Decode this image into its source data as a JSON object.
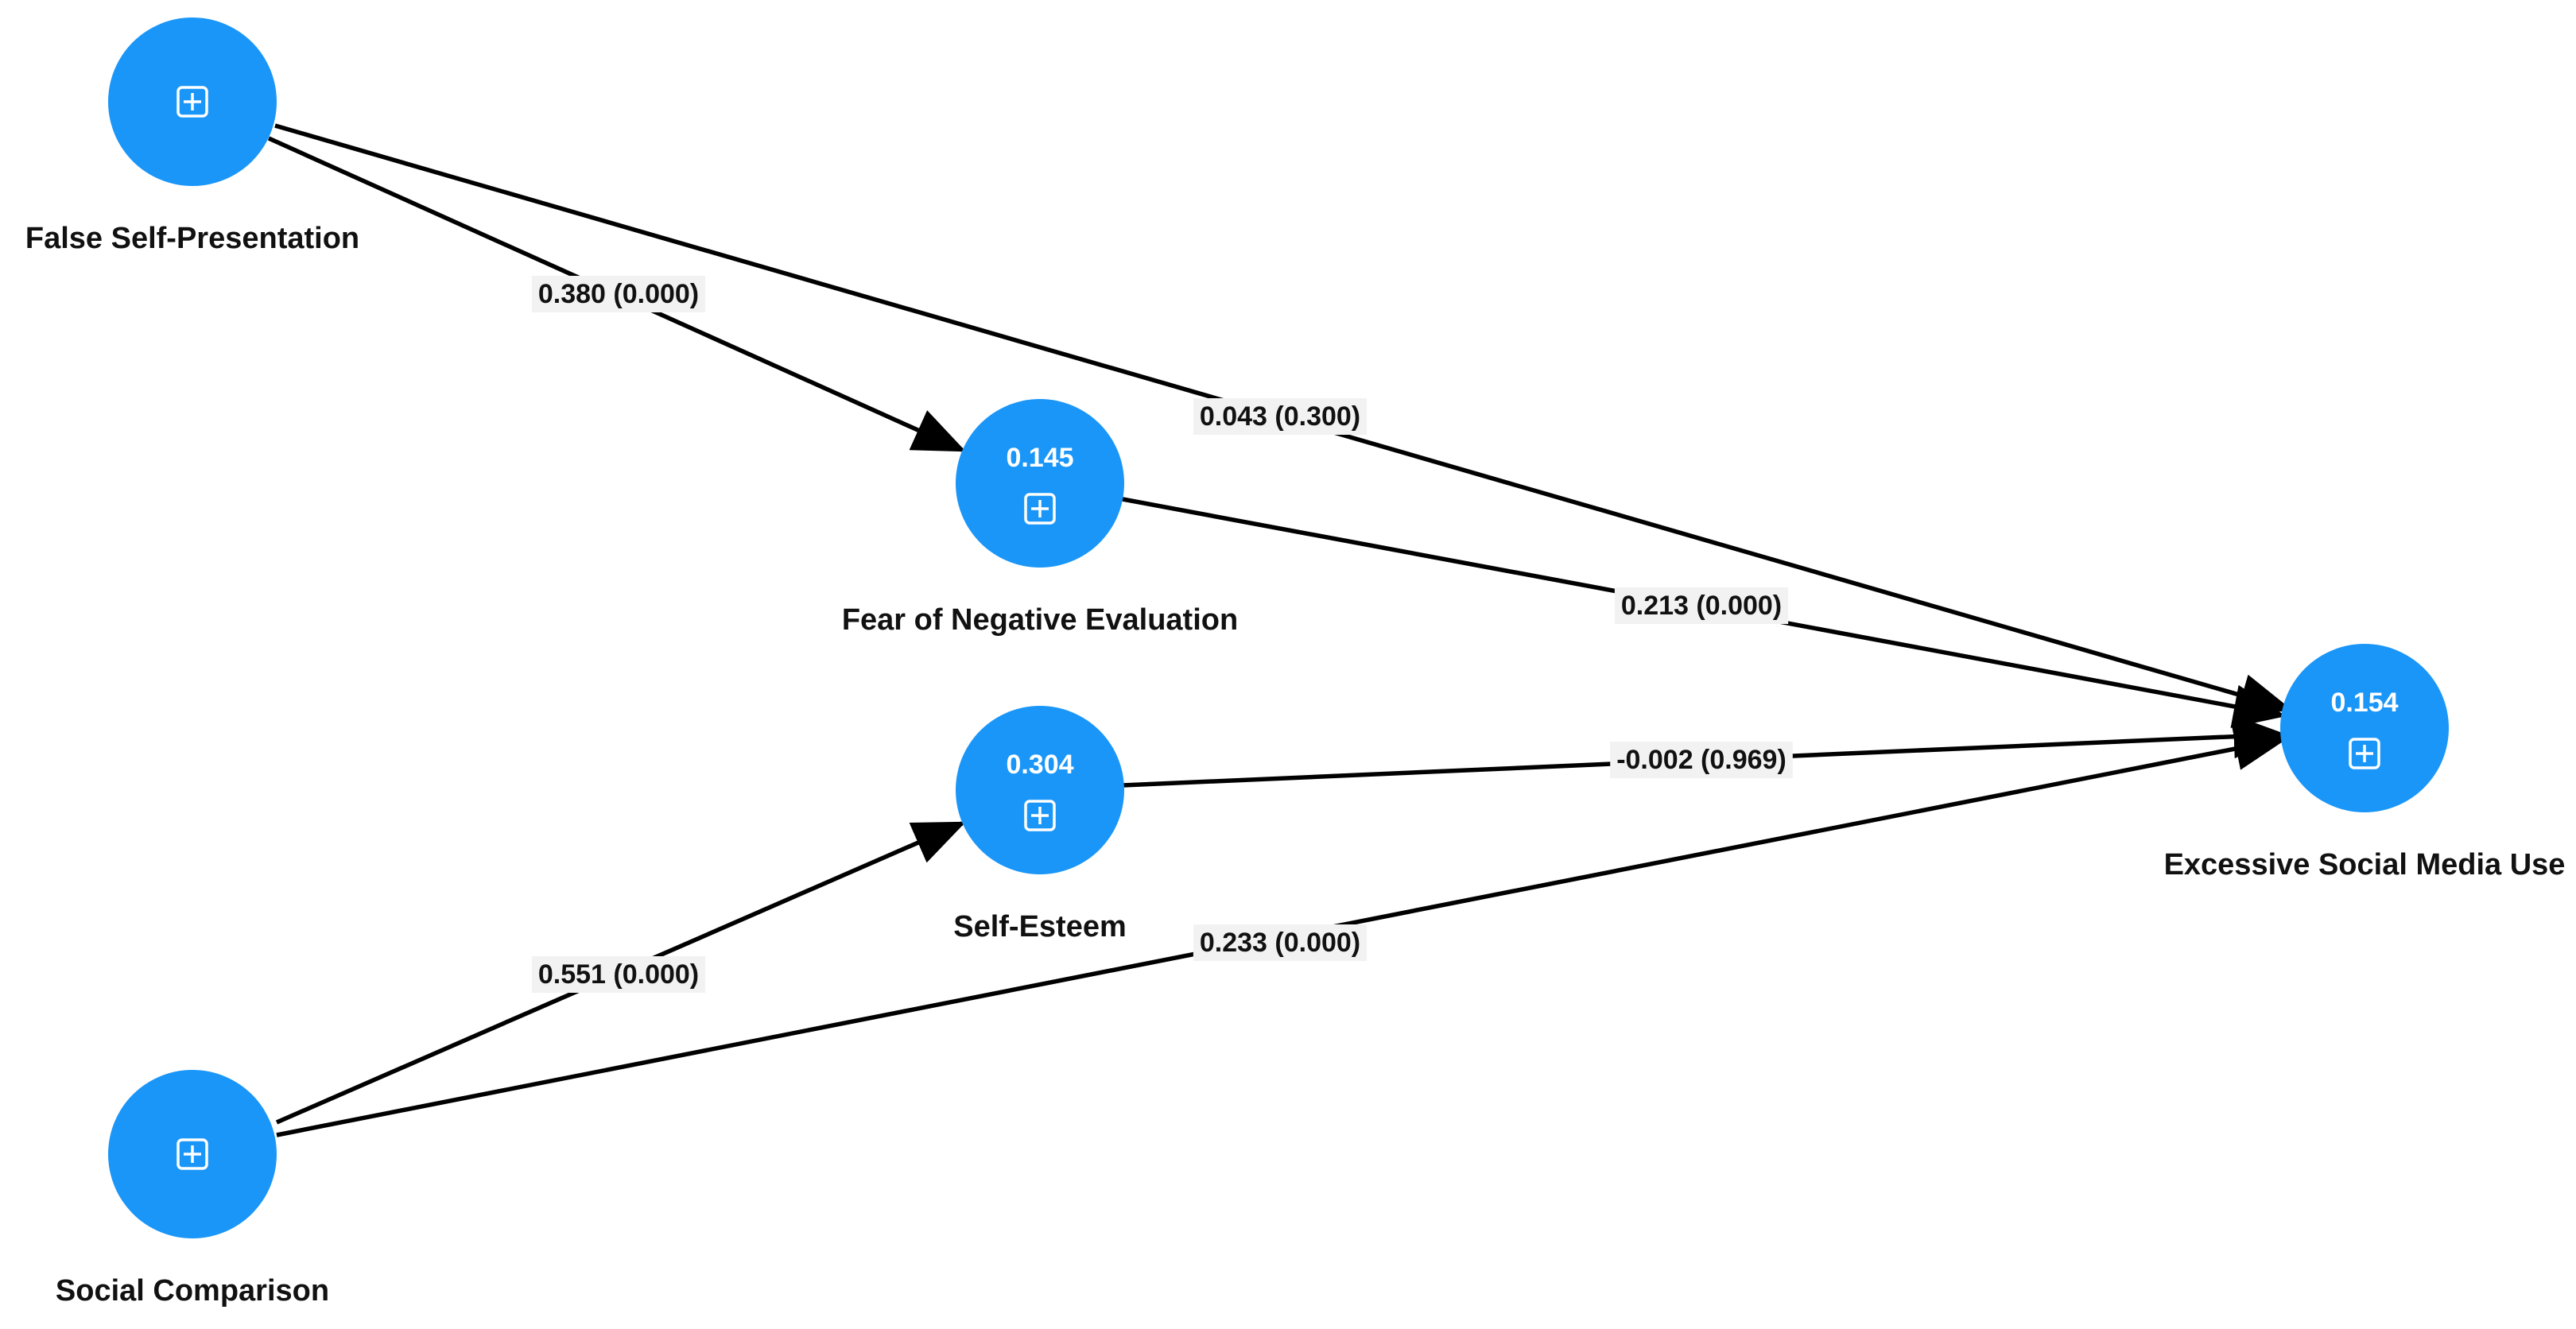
{
  "diagram": {
    "nodes": [
      {
        "id": "fsp",
        "label": "False Self-Presentation",
        "value": "",
        "icon": "expand-plus-icon"
      },
      {
        "id": "fne",
        "label": "Fear of Negative Evaluation",
        "value": "0.145",
        "icon": "expand-plus-icon"
      },
      {
        "id": "se",
        "label": "Self-Esteem",
        "value": "0.304",
        "icon": "expand-plus-icon"
      },
      {
        "id": "sc",
        "label": "Social Comparison",
        "value": "",
        "icon": "expand-plus-icon"
      },
      {
        "id": "esmu",
        "label": "Excessive Social Media Use",
        "value": "0.154",
        "icon": "expand-plus-icon"
      }
    ],
    "edges": [
      {
        "from": "fsp",
        "to": "fne",
        "label": "0.380 (0.000)"
      },
      {
        "from": "fsp",
        "to": "esmu",
        "label": "0.043 (0.300)"
      },
      {
        "from": "fne",
        "to": "esmu",
        "label": "0.213 (0.000)"
      },
      {
        "from": "se",
        "to": "esmu",
        "label": "-0.002 (0.969)"
      },
      {
        "from": "sc",
        "to": "se",
        "label": "0.551 (0.000)"
      },
      {
        "from": "sc",
        "to": "esmu",
        "label": "0.233 (0.000)"
      }
    ],
    "colors": {
      "node_fill": "#1a96f8",
      "edge": "#000000",
      "label_bg": "#f2f2f2"
    }
  }
}
